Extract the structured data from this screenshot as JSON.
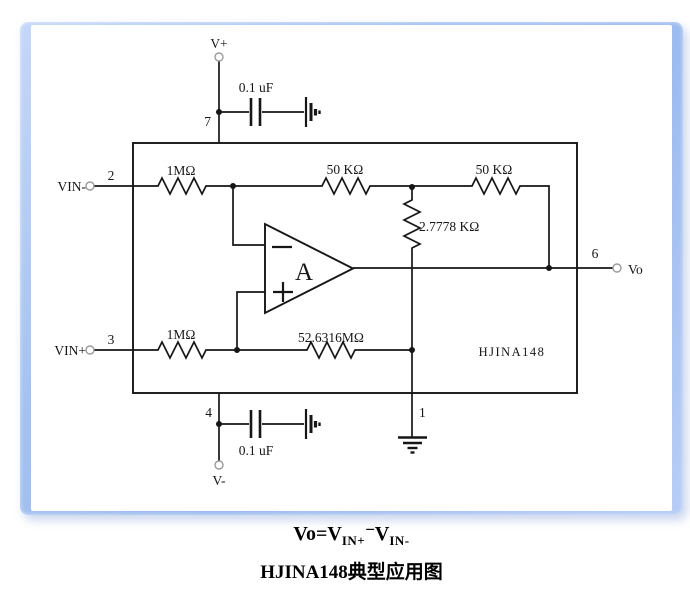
{
  "frame": {
    "border_color": "#a6c3f3"
  },
  "diagram": {
    "chip_label": "HJINA148",
    "amp_label": "A",
    "terminals": {
      "v_plus": "V+",
      "v_minus": "V-",
      "vin_minus": "VIN-",
      "vin_plus": "VIN+",
      "vo": "Vo"
    },
    "pins": {
      "p1": "1",
      "p2": "2",
      "p3": "3",
      "p4": "4",
      "p6": "6",
      "p7": "7"
    },
    "components": {
      "r_in_top": "1MΩ",
      "r_in_bottom": "1MΩ",
      "r_fb1": "50 KΩ",
      "r_fb2": "50 KΩ",
      "r_mid": "2.7778 KΩ",
      "r_gain": "52.6316MΩ",
      "cap_top": "0.1 uF",
      "cap_bottom": "0.1 uF"
    }
  },
  "caption": {
    "formula": {
      "prefix": "Vo=V",
      "sub1": "IN+",
      "minus": "−",
      "base2": "V",
      "sub2": "IN-"
    },
    "title": "HJINA148典型应用图"
  }
}
